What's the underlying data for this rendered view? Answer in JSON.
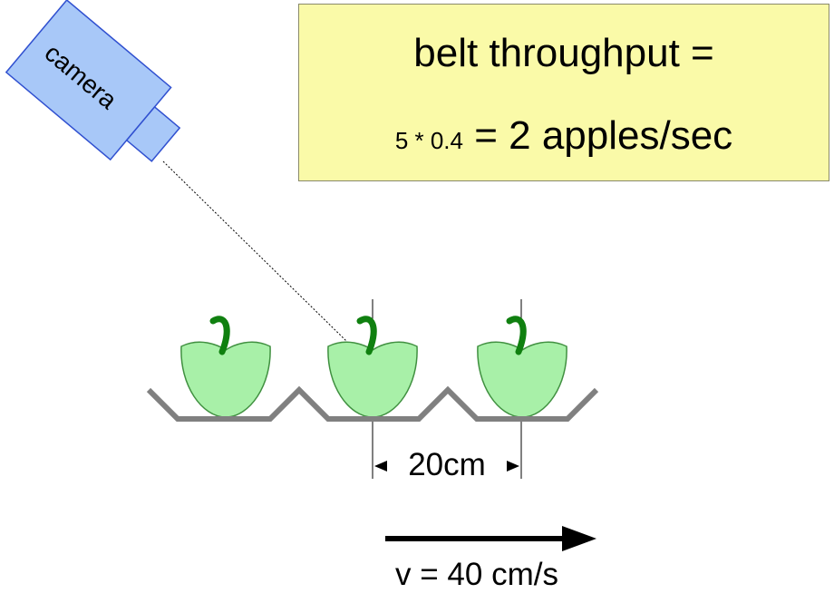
{
  "camera": {
    "label": "camera"
  },
  "throughput": {
    "line1": "belt throughput =",
    "expr_small": "5 * 0.4",
    "expr_big": " = 2 apples/sec"
  },
  "spacing": {
    "label": "20cm"
  },
  "velocity": {
    "label": "v = 40 cm/s"
  },
  "colors": {
    "camera_fill": "#a8c8f8",
    "camera_stroke": "#3050d0",
    "box_fill": "#fafaa8",
    "apple_fill": "#a8f0a8",
    "apple_stroke": "#409040",
    "stem": "#108010",
    "belt": "#808080"
  }
}
